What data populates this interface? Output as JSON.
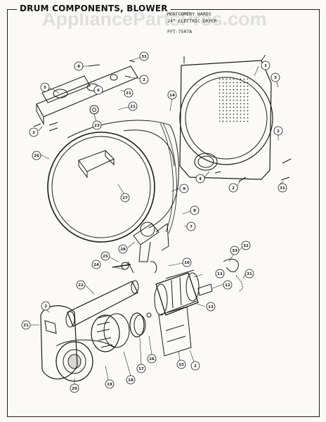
{
  "header": {
    "title": "DRUM COMPONENTS, BLOWER",
    "model_lines": [
      "MONTGOMERY WARDS",
      "24\" ELECTRIC DRYER",
      "FFT-7507A"
    ]
  },
  "watermark": "AppliancePartsPros.com",
  "callouts": [
    {
      "id": "c8a",
      "label": "8"
    },
    {
      "id": "c31a",
      "label": "31"
    },
    {
      "id": "c2a",
      "label": "2"
    },
    {
      "id": "c5",
      "label": "5"
    },
    {
      "id": "c6",
      "label": "6"
    },
    {
      "id": "c21a",
      "label": "21"
    },
    {
      "id": "c23",
      "label": "23"
    },
    {
      "id": "c21b",
      "label": "21"
    },
    {
      "id": "c2b",
      "label": "2"
    },
    {
      "id": "c26",
      "label": "26"
    },
    {
      "id": "c14",
      "label": "14"
    },
    {
      "id": "c1",
      "label": "1"
    },
    {
      "id": "c3",
      "label": "3"
    },
    {
      "id": "c2c",
      "label": "2"
    },
    {
      "id": "c4",
      "label": "4"
    },
    {
      "id": "c2d",
      "label": "2"
    },
    {
      "id": "c31b",
      "label": "31"
    },
    {
      "id": "c27",
      "label": "27"
    },
    {
      "id": "c9",
      "label": "9"
    },
    {
      "id": "c8b",
      "label": "8"
    },
    {
      "id": "c7",
      "label": "7"
    },
    {
      "id": "c28",
      "label": "28"
    },
    {
      "id": "c25",
      "label": "25"
    },
    {
      "id": "c24",
      "label": "24"
    },
    {
      "id": "c10",
      "label": "10"
    },
    {
      "id": "c33",
      "label": "33"
    },
    {
      "id": "c32",
      "label": "32"
    },
    {
      "id": "c11",
      "label": "11"
    },
    {
      "id": "c12",
      "label": "12"
    },
    {
      "id": "c31c",
      "label": "31"
    },
    {
      "id": "c13",
      "label": "13"
    },
    {
      "id": "c22",
      "label": "22"
    },
    {
      "id": "c2e",
      "label": "2"
    },
    {
      "id": "c21c",
      "label": "21"
    },
    {
      "id": "c20",
      "label": "20"
    },
    {
      "id": "c19",
      "label": "19"
    },
    {
      "id": "c18",
      "label": "18"
    },
    {
      "id": "c17",
      "label": "17"
    },
    {
      "id": "c16",
      "label": "16"
    },
    {
      "id": "c15",
      "label": "15"
    },
    {
      "id": "c2f",
      "label": "2"
    }
  ]
}
